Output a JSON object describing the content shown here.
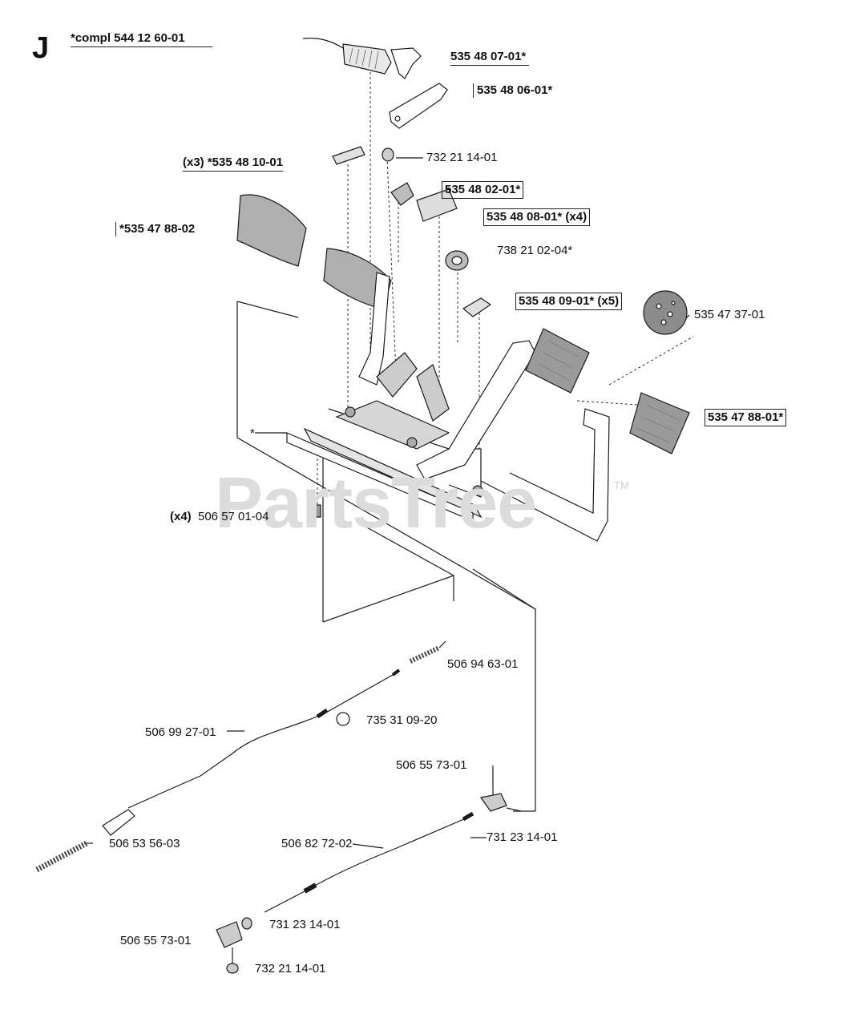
{
  "diagram": {
    "section_letter": "J",
    "watermark": "PartsTree",
    "watermark_mark": "TM",
    "asterisk_marker": "*",
    "labels": {
      "compl": "*compl 544 12 60-01",
      "p535480701": "535 48 07-01*",
      "p535480601": "535 48 06-01*",
      "p535481001": "(x3) *535 48 10-01",
      "p732211401_top": "732 21 14-01",
      "p535480201": "535 48 02-01*",
      "p535480801": "535 48 08-01* (x4)",
      "p535478802": "*535 47 88-02",
      "p738210204": "738 21 02-04*",
      "p535480901": "535 48 09-01* (x5)",
      "p535473701": "535 47 37-01",
      "p535478801": "535 47 88-01*",
      "p506570104_qty": "(x4)",
      "p506570104": "506 57 01-04",
      "p506946301": "506 94 63-01",
      "p735310920": "735 31 09-20",
      "p506992701": "506 99 27-01",
      "p506557301_top": "506 55 73-01",
      "p506535603": "506 53 56-03",
      "p506827202": "506 82 72-02",
      "p731231401_right": "731 23 14-01",
      "p731231401_bottom": "731 23 14-01",
      "p506557301_bottom": "506 55 73-01",
      "p732211401_bottom": "732 21 14-01"
    }
  }
}
